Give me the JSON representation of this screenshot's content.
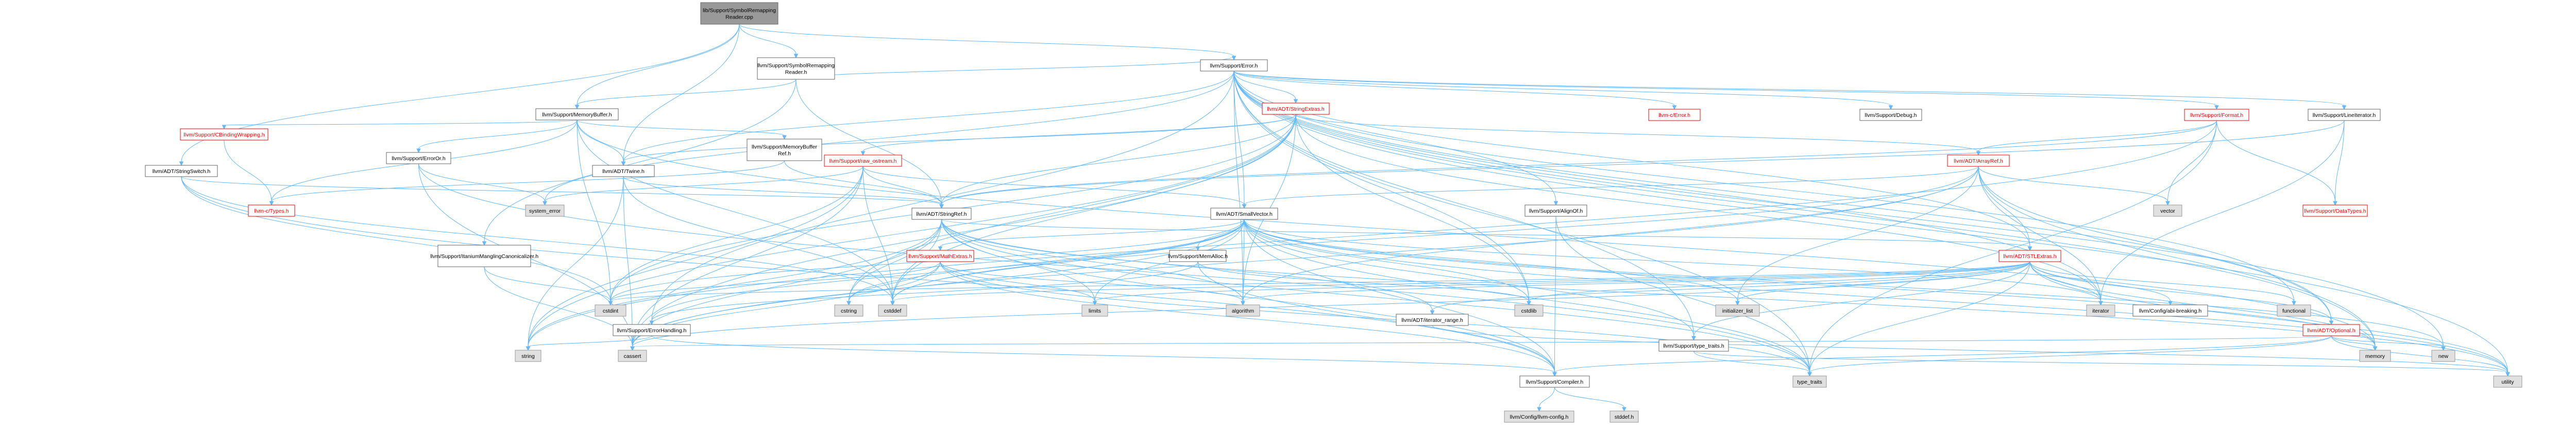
{
  "colors": {
    "edge": "#63b8ff",
    "root_fill": "#999999",
    "red": "#ff0000",
    "sys_fill": "#e0e0e0",
    "node_stroke": "#666666"
  },
  "nodes": [
    {
      "id": "n0",
      "lines": [
        "lib/Support/SymbolRemapping",
        "Reader.cpp"
      ],
      "kind": "root"
    },
    {
      "id": "n1",
      "lines": [
        "llvm/Support/SymbolRemapping",
        "Reader.h"
      ],
      "kind": "normal"
    },
    {
      "id": "n2",
      "lines": [
        "llvm/ADT/StringSwitch.h"
      ],
      "kind": "normal"
    },
    {
      "id": "n3",
      "lines": [
        "llvm/ADT/Twine.h"
      ],
      "kind": "normal"
    },
    {
      "id": "n4",
      "lines": [
        "llvm/Support/Error.h"
      ],
      "kind": "normal"
    },
    {
      "id": "n5",
      "lines": [
        "llvm/Support/MemoryBuffer.h"
      ],
      "kind": "normal"
    },
    {
      "id": "n6",
      "lines": [
        "llvm/ADT/StringExtras.h"
      ],
      "kind": "red"
    },
    {
      "id": "n7",
      "lines": [
        "llvm-c/Error.h"
      ],
      "kind": "red"
    },
    {
      "id": "n8",
      "lines": [
        "llvm/Support/Debug.h"
      ],
      "kind": "normal"
    },
    {
      "id": "n9",
      "lines": [
        "llvm/Support/Format.h"
      ],
      "kind": "red"
    },
    {
      "id": "n10",
      "lines": [
        "llvm/Support/LineIterator.h"
      ],
      "kind": "normal"
    },
    {
      "id": "n11",
      "lines": [
        "llvm/Support/CBindingWrapping.h"
      ],
      "kind": "red"
    },
    {
      "id": "n12",
      "lines": [
        "llvm/Support/ErrorOr.h"
      ],
      "kind": "normal"
    },
    {
      "id": "n13",
      "lines": [
        "llvm/Support/raw_ostream.h"
      ],
      "kind": "red"
    },
    {
      "id": "n14",
      "lines": [
        "llvm/Support/MemoryBuffer",
        "Ref.h"
      ],
      "kind": "normal"
    },
    {
      "id": "n15",
      "lines": [
        "llvm/ADT/ArrayRef.h"
      ],
      "kind": "red"
    },
    {
      "id": "n16",
      "lines": [
        "llvm-c/Types.h"
      ],
      "kind": "red"
    },
    {
      "id": "n17",
      "lines": [
        "system_error"
      ],
      "kind": "sys"
    },
    {
      "id": "n18",
      "lines": [
        "llvm/ADT/StringRef.h"
      ],
      "kind": "normal"
    },
    {
      "id": "n19",
      "lines": [
        "llvm/ADT/SmallVector.h"
      ],
      "kind": "normal"
    },
    {
      "id": "n20",
      "lines": [
        "llvm/Support/AlignOf.h"
      ],
      "kind": "normal"
    },
    {
      "id": "n21",
      "lines": [
        "vector"
      ],
      "kind": "sys"
    },
    {
      "id": "n22",
      "lines": [
        "llvm/Support/DataTypes.h"
      ],
      "kind": "red"
    },
    {
      "id": "n23",
      "lines": [
        "llvm/Support/ItaniumManglingCanonicalizer.h"
      ],
      "kind": "normal"
    },
    {
      "id": "n24",
      "lines": [
        "llvm/Support/MathExtras.h"
      ],
      "kind": "red"
    },
    {
      "id": "n25",
      "lines": [
        "llvm/Support/MemAlloc.h"
      ],
      "kind": "normal"
    },
    {
      "id": "n26",
      "lines": [
        "llvm/ADT/STLExtras.h"
      ],
      "kind": "red"
    },
    {
      "id": "n27",
      "lines": [
        "cstdint"
      ],
      "kind": "sys"
    },
    {
      "id": "n28",
      "lines": [
        "cstring"
      ],
      "kind": "sys"
    },
    {
      "id": "n29",
      "lines": [
        "cstddef"
      ],
      "kind": "sys"
    },
    {
      "id": "n30",
      "lines": [
        "limits"
      ],
      "kind": "sys"
    },
    {
      "id": "n31",
      "lines": [
        "algorithm"
      ],
      "kind": "sys"
    },
    {
      "id": "n32",
      "lines": [
        "cstdlib"
      ],
      "kind": "sys"
    },
    {
      "id": "n33",
      "lines": [
        "initializer_list"
      ],
      "kind": "sys"
    },
    {
      "id": "n34",
      "lines": [
        "iterator"
      ],
      "kind": "sys"
    },
    {
      "id": "n35",
      "lines": [
        "llvm/Config/abi-breaking.h"
      ],
      "kind": "normal"
    },
    {
      "id": "n36",
      "lines": [
        "functional"
      ],
      "kind": "sys"
    },
    {
      "id": "n37",
      "lines": [
        "llvm/Support/ErrorHandling.h"
      ],
      "kind": "normal"
    },
    {
      "id": "n38",
      "lines": [
        "llvm/ADT/iterator_range.h"
      ],
      "kind": "normal"
    },
    {
      "id": "n39",
      "lines": [
        "llvm/ADT/Optional.h"
      ],
      "kind": "red"
    },
    {
      "id": "n40",
      "lines": [
        "string"
      ],
      "kind": "sys"
    },
    {
      "id": "n41",
      "lines": [
        "cassert"
      ],
      "kind": "sys"
    },
    {
      "id": "n42",
      "lines": [
        "memory"
      ],
      "kind": "sys"
    },
    {
      "id": "n43",
      "lines": [
        "new"
      ],
      "kind": "sys"
    },
    {
      "id": "n44",
      "lines": [
        "llvm/Support/type_traits.h"
      ],
      "kind": "normal"
    },
    {
      "id": "n45",
      "lines": [
        "type_traits"
      ],
      "kind": "sys"
    },
    {
      "id": "n46",
      "lines": [
        "utility"
      ],
      "kind": "sys"
    },
    {
      "id": "n47",
      "lines": [
        "llvm/Support/Compiler.h"
      ],
      "kind": "normal"
    },
    {
      "id": "n48",
      "lines": [
        "llvm/Config/llvm-config.h"
      ],
      "kind": "sys"
    },
    {
      "id": "n49",
      "lines": [
        "stddef.h"
      ],
      "kind": "sys"
    }
  ]
}
